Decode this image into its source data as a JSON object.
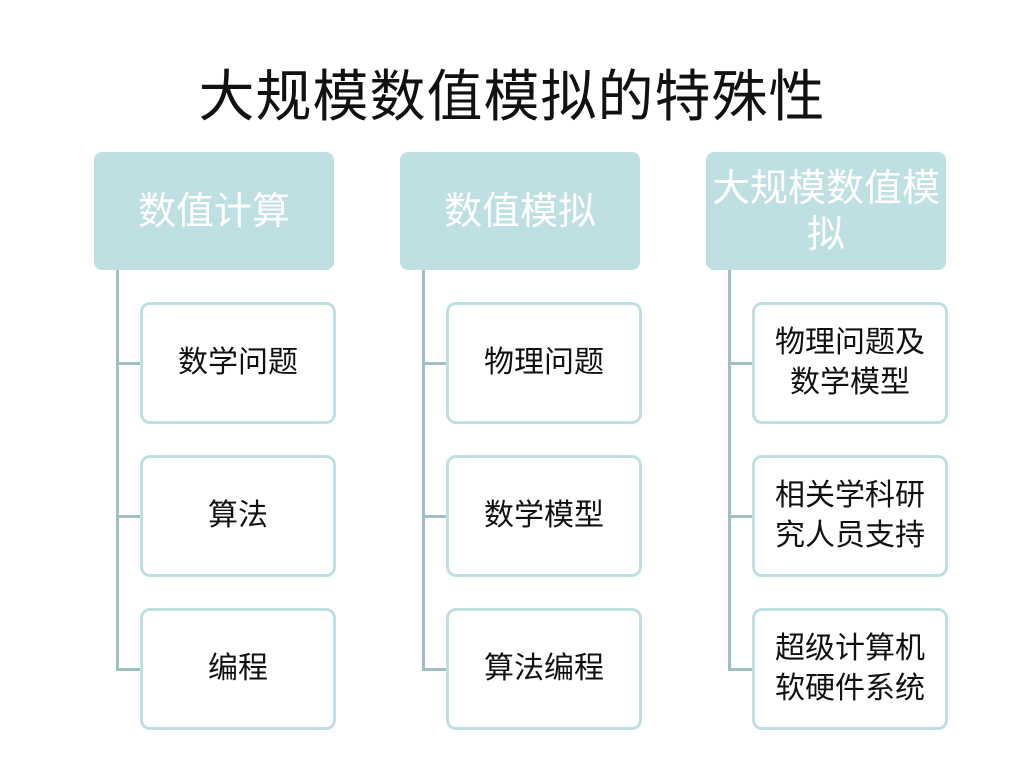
{
  "title": "大规模数值模拟的特殊性",
  "columns": [
    {
      "header": "数值计算",
      "children": [
        "数学问题",
        "算法",
        "编程"
      ]
    },
    {
      "header": "数值模拟",
      "children": [
        "物理问题",
        "数学模型",
        "算法编程"
      ]
    },
    {
      "header": "大规模数值模拟",
      "children": [
        "物理问题及数学模型",
        "相关学科研究人员支持",
        "超级计算机软硬件系统"
      ]
    }
  ],
  "colors": {
    "header_fill": "#bfe0e3",
    "header_text": "#ffffff",
    "child_border": "#bfe0e3",
    "connector": "#9fbfc4"
  }
}
